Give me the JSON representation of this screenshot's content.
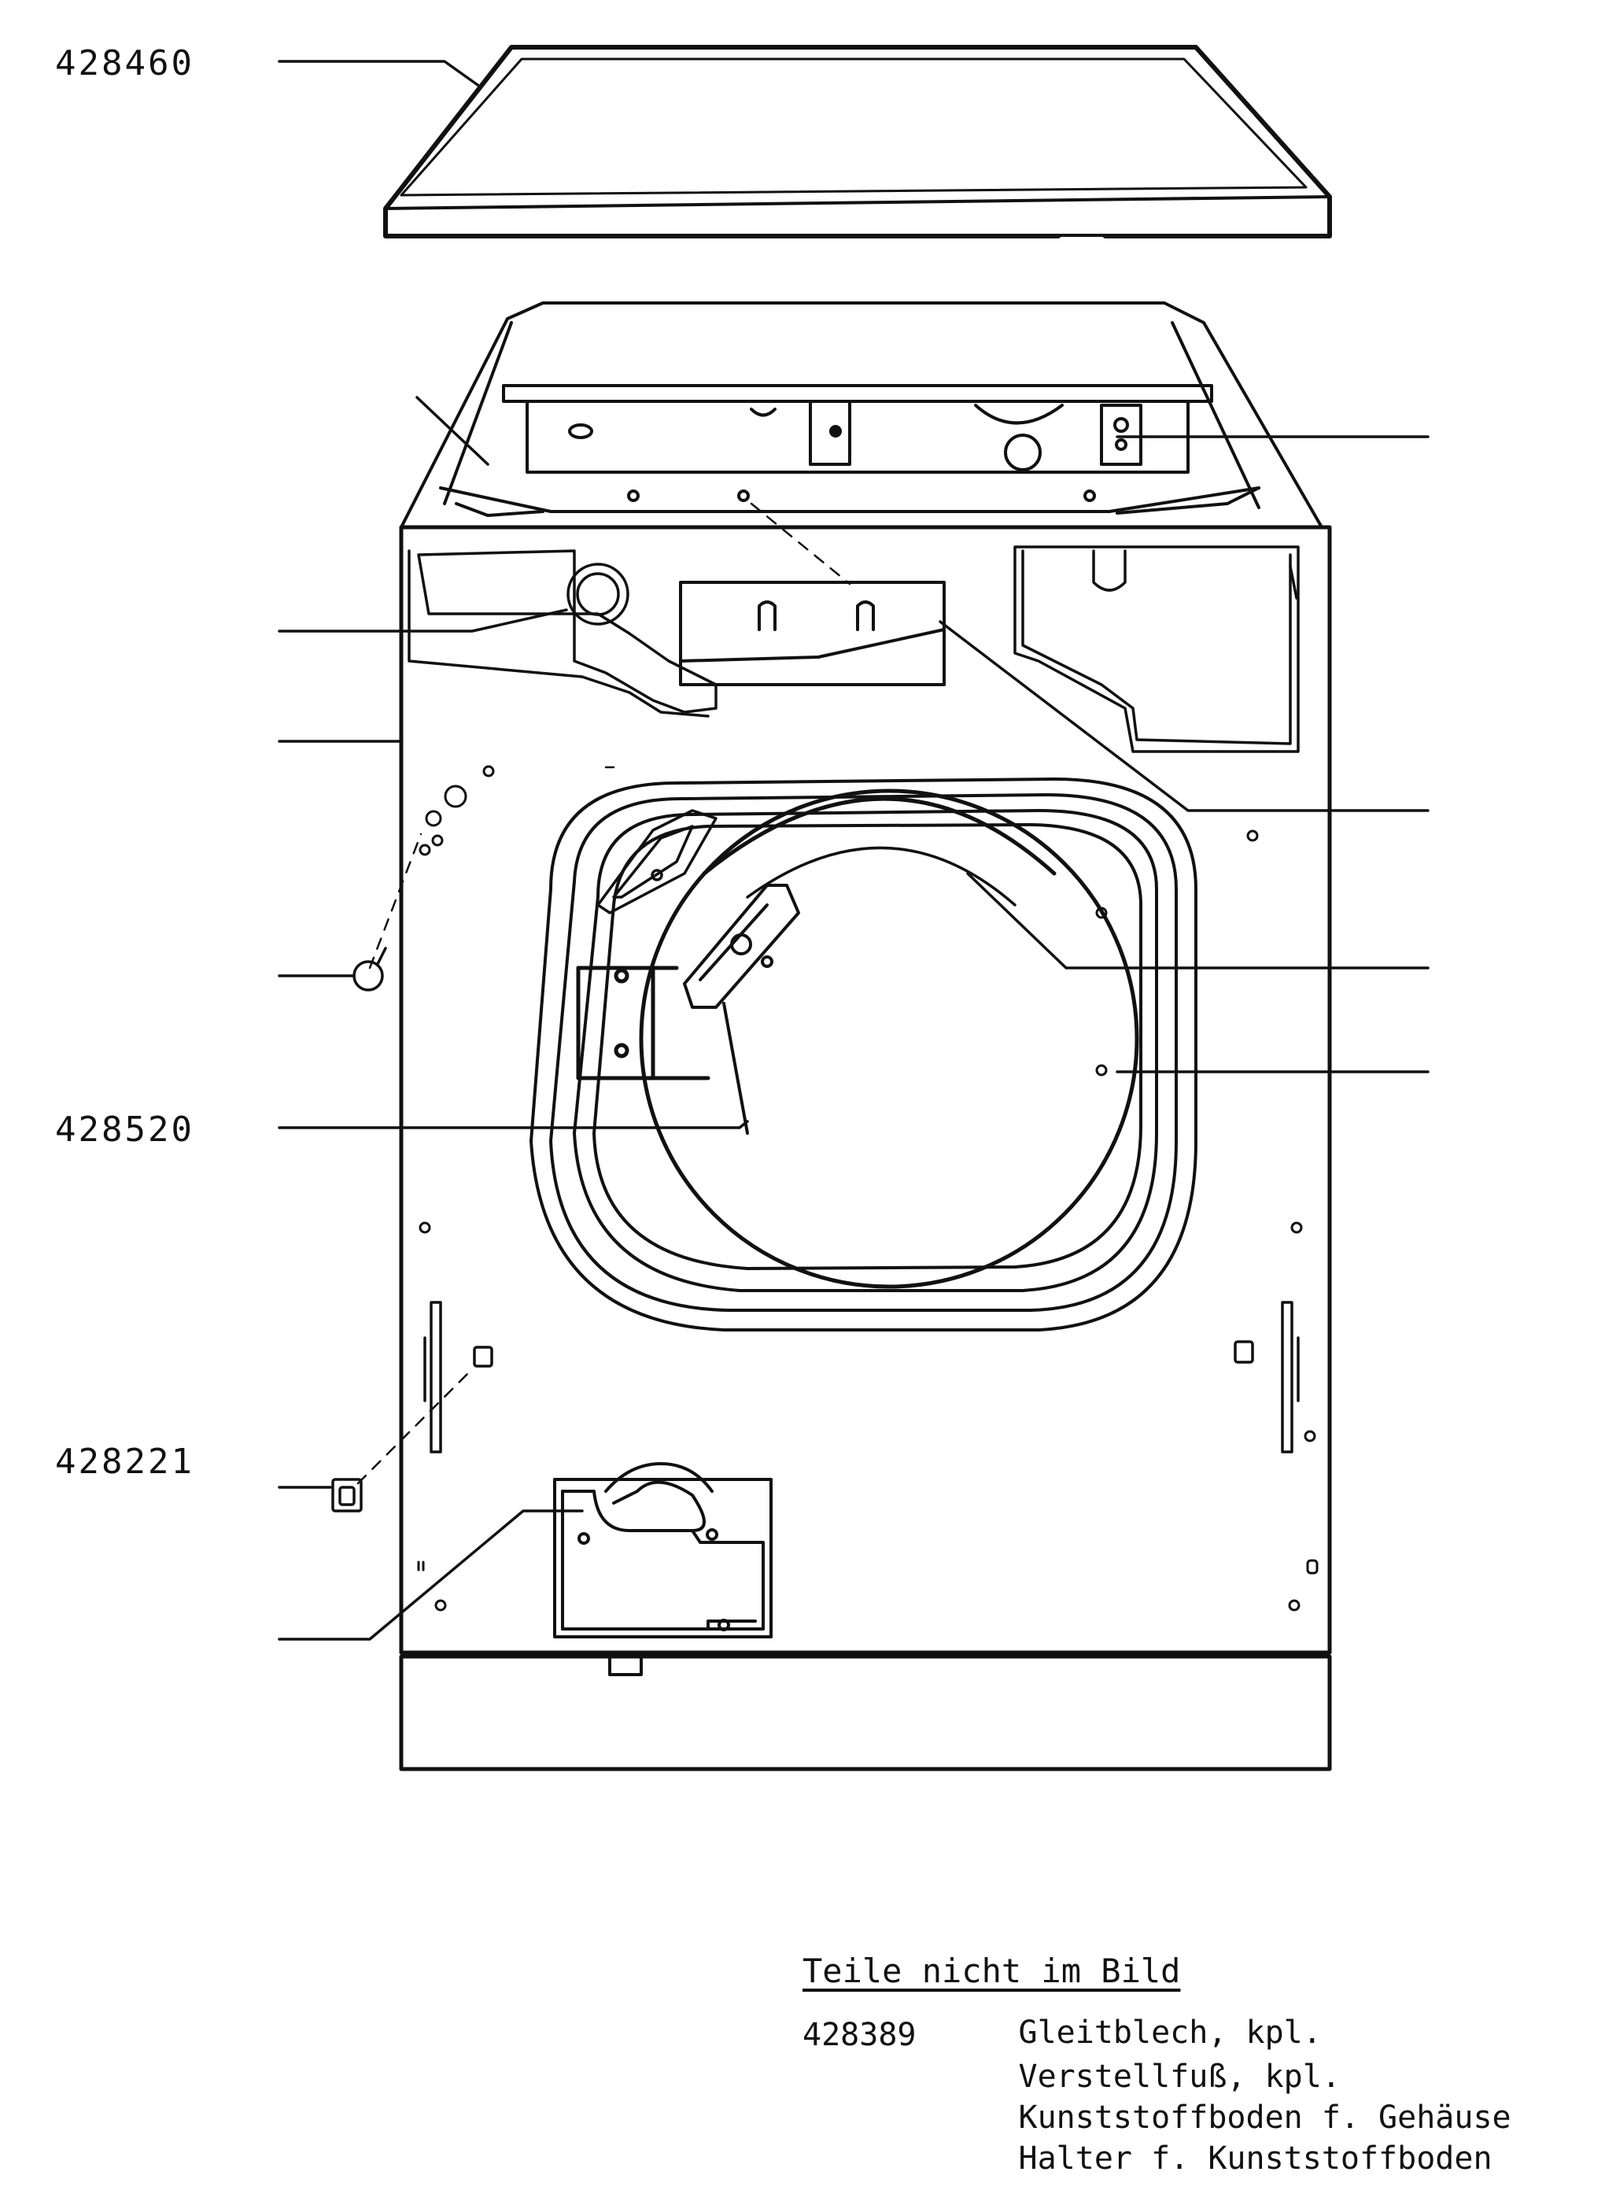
{
  "part_labels": {
    "top_cover": "428460",
    "drum_baffle": "428520",
    "small_bracket": "428221"
  },
  "legend": {
    "heading": "Teile nicht im Bild",
    "part_number": "428389",
    "items": [
      "Gleitblech, kpl.",
      "Verstellfuß, kpl.",
      "Kunststoffboden f. Gehäuse",
      "Halter f. Kunststoffboden"
    ]
  }
}
